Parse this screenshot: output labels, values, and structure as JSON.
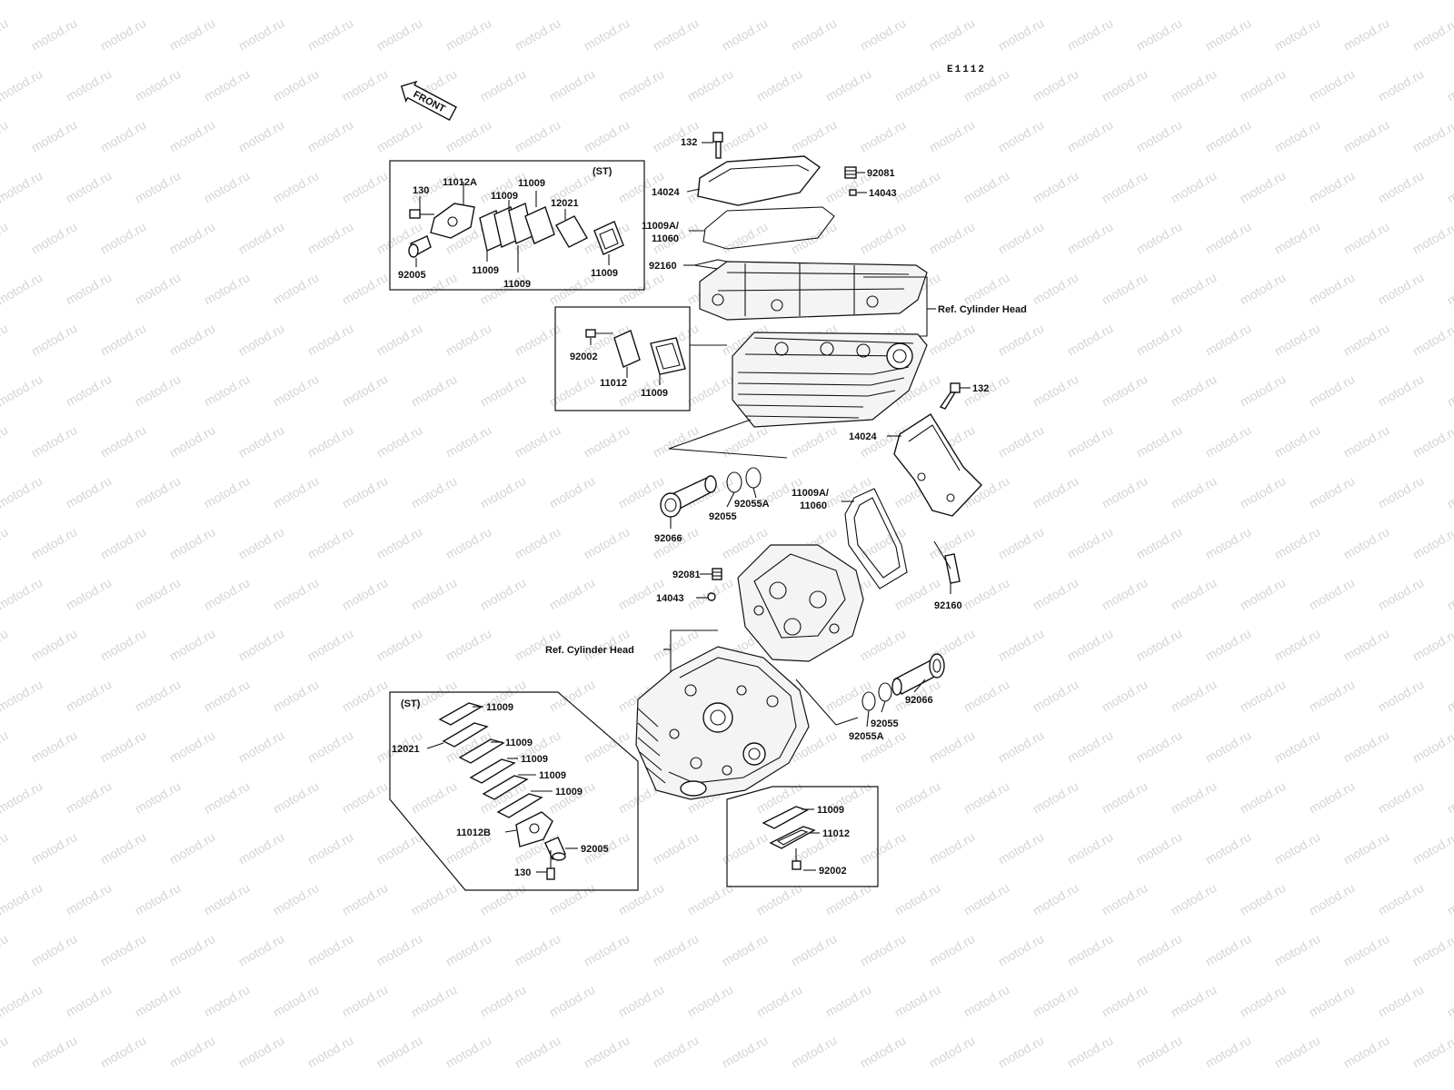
{
  "diagram_code": "E1112",
  "front_label": "FRONT",
  "watermark": "motod.ru",
  "ref_labels": {
    "upper": "Ref. Cylinder Head",
    "lower": "Ref. Cylinder Head"
  },
  "groups": {
    "upper_st": "(ST)",
    "lower_st": "(ST)"
  },
  "parts": {
    "p132_top": "132",
    "p14024_top": "14024",
    "p92081_top": "92081",
    "p14043_top": "14043",
    "p11009a_top": "11009A/",
    "p11060_top": "11060",
    "p92160_top": "92160",
    "b1_130": "130",
    "b1_11012a": "11012A",
    "b1_11009_a": "11009",
    "b1_11009_b": "11009",
    "b1_12021": "12021",
    "b1_92005": "92005",
    "b1_11009_c": "11009",
    "b1_11009_d": "11009",
    "b1_11009_e": "11009",
    "b2_92002": "92002",
    "b2_11012": "11012",
    "b2_11009": "11009",
    "p132_mid": "132",
    "p14024_mid": "14024",
    "p11009a_mid": "11009A/",
    "p11060_mid": "11060",
    "p92055a_up": "92055A",
    "p92055_up": "92055",
    "p92066_up": "92066",
    "p92081_mid": "92081",
    "p14043_mid": "14043",
    "p92160_mid": "92160",
    "p92066_low": "92066",
    "p92055_low": "92055",
    "p92055a_low": "92055A",
    "b3_11009_a": "11009",
    "b3_12021": "12021",
    "b3_11009_b": "11009",
    "b3_11009_c": "11009",
    "b3_11009_d": "11009",
    "b3_11009_e": "11009",
    "b3_11012b": "11012B",
    "b3_92005": "92005",
    "b3_130": "130",
    "b4_11009": "11009",
    "b4_11012": "11012",
    "b4_92002": "92002"
  }
}
